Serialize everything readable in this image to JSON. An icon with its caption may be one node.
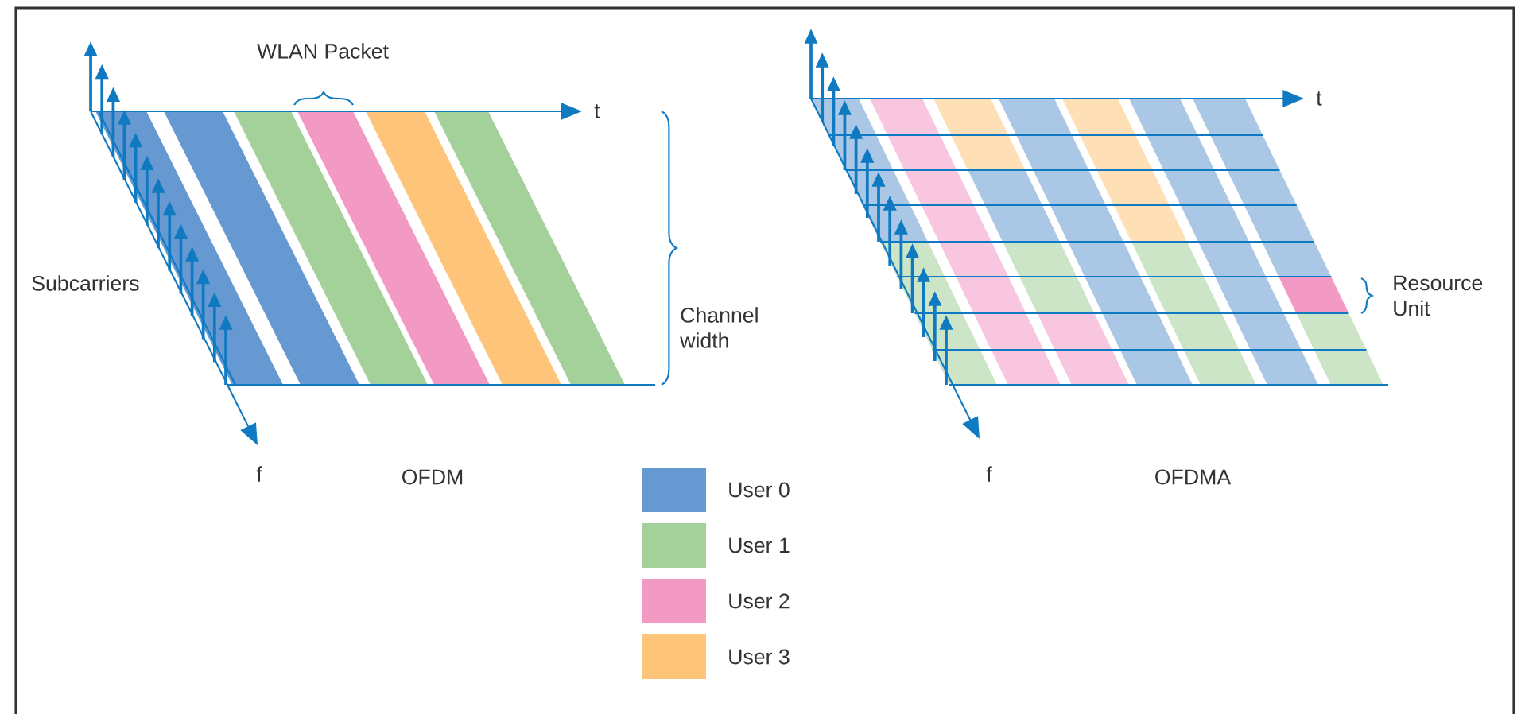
{
  "diagram": {
    "labels": [
      "WLAN Packet",
      "t",
      "t",
      "Subcarriers",
      "Channel width",
      "Resource Unit",
      "f",
      "f",
      "OFDM",
      "OFDMA"
    ],
    "legend": [
      {
        "text": "User 0",
        "color": "#6699d1"
      },
      {
        "text": "User 1",
        "color": "#a4d09a"
      },
      {
        "text": "User 2",
        "color": "#f39ac4"
      },
      {
        "text": "User 3",
        "color": "#fdc47a"
      }
    ]
  }
}
